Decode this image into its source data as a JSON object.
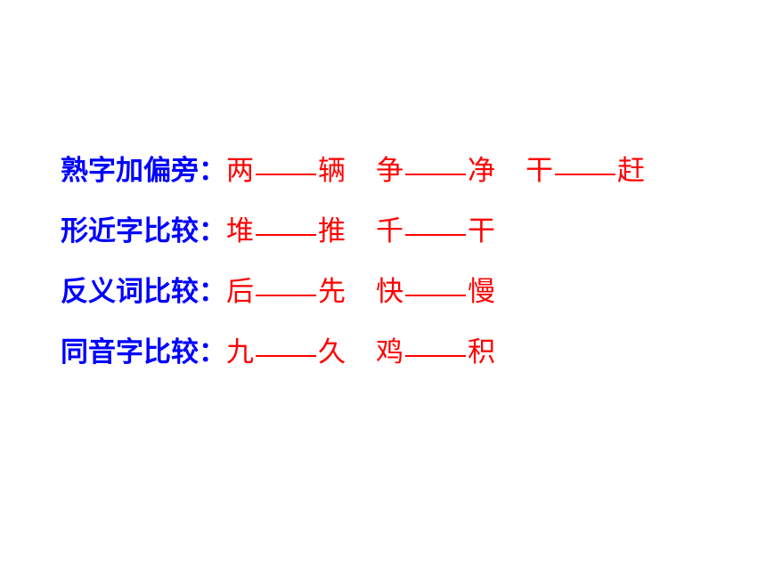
{
  "colors": {
    "background": "#ffffff",
    "label": "#0000ff",
    "pair": "#ff0000"
  },
  "rows": [
    {
      "label": "熟字加偏旁：",
      "pairs": [
        {
          "a": "两",
          "b": "辆"
        },
        {
          "a": "争",
          "b": "净"
        },
        {
          "a": "干",
          "b": "赶"
        }
      ]
    },
    {
      "label": "形近字比较：",
      "pairs": [
        {
          "a": "堆",
          "b": "推"
        },
        {
          "a": "千",
          "b": "干"
        }
      ]
    },
    {
      "label": "反义词比较：",
      "pairs": [
        {
          "a": "后",
          "b": "先"
        },
        {
          "a": "快",
          "b": "慢"
        }
      ]
    },
    {
      "label": "同音字比较：",
      "pairs": [
        {
          "a": "九",
          "b": "久"
        },
        {
          "a": "鸡",
          "b": "积"
        }
      ]
    }
  ]
}
